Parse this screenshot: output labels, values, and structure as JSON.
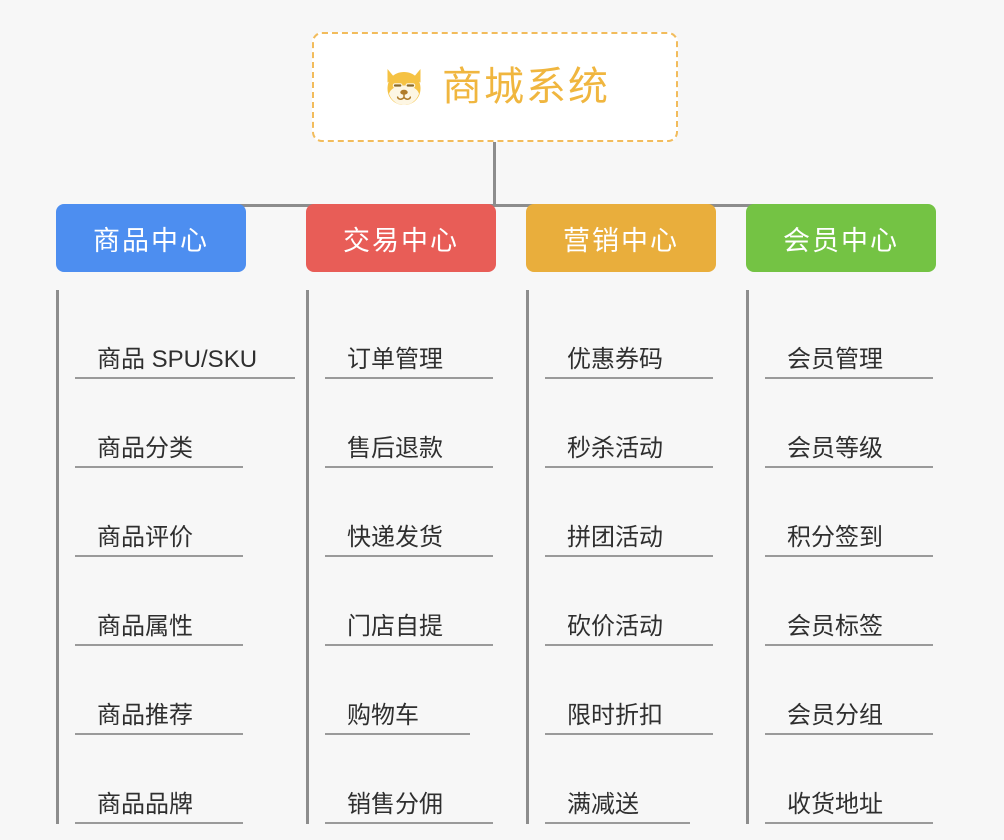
{
  "root": {
    "title": "商城系统",
    "icon": "shiba-dog-face-icon",
    "border_color": "#f2bc5c",
    "text_color": "#f0b63f"
  },
  "connector_color": "#8d8d8d",
  "background_color": "#f7f7f7",
  "columns": [
    {
      "label": "商品中心",
      "color": "#4d8ef0",
      "items": [
        "商品 SPU/SKU",
        "商品分类",
        "商品评价",
        "商品属性",
        "商品推荐",
        "商品品牌"
      ]
    },
    {
      "label": "交易中心",
      "color": "#e85d57",
      "items": [
        "订单管理",
        "售后退款",
        "快递发货",
        "门店自提",
        "购物车",
        "销售分佣"
      ]
    },
    {
      "label": "营销中心",
      "color": "#e9ae3c",
      "items": [
        "优惠券码",
        "秒杀活动",
        "拼团活动",
        "砍价活动",
        "限时折扣",
        "满减送"
      ]
    },
    {
      "label": "会员中心",
      "color": "#74c344",
      "items": [
        "会员管理",
        "会员等级",
        "积分签到",
        "会员标签",
        "会员分组",
        "收货地址"
      ]
    }
  ]
}
